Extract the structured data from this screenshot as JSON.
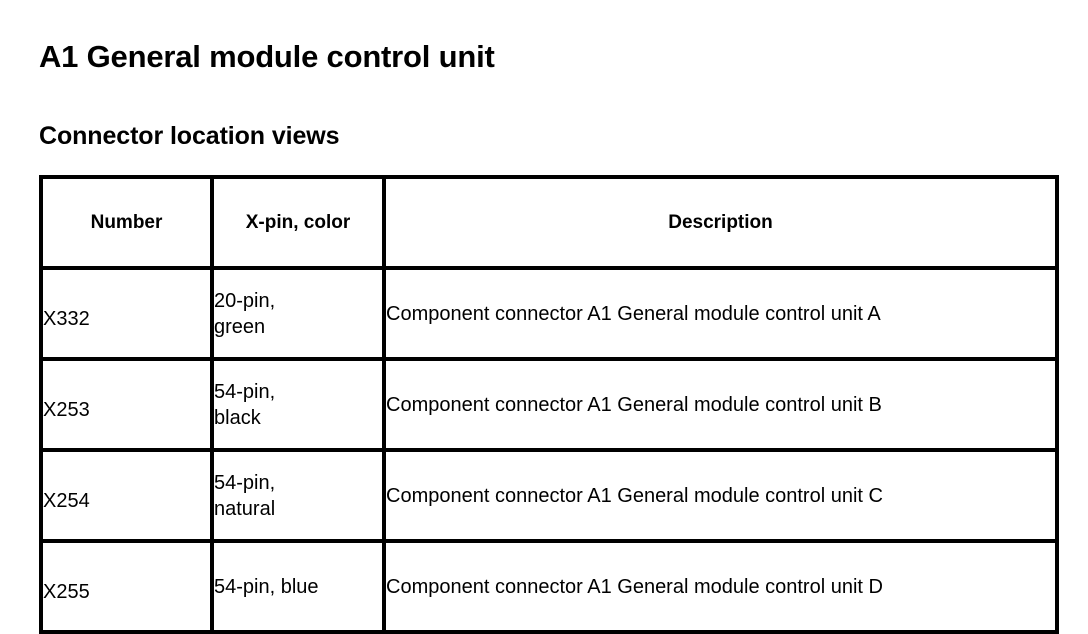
{
  "document": {
    "title": "A1 General module control unit",
    "section_heading": "Connector location views",
    "background_color": "#ffffff",
    "text_color": "#000000",
    "border_color": "#000000"
  },
  "table": {
    "columns": [
      {
        "key": "number",
        "label": "Number"
      },
      {
        "key": "xpin_color",
        "label": "X-pin,\ncolor"
      },
      {
        "key": "description",
        "label": "Description"
      }
    ],
    "rows": [
      {
        "number": "X332",
        "xpin_color": "20-pin,\ngreen",
        "description": "Component connector A1 General module control unit A"
      },
      {
        "number": "X253",
        "xpin_color": "54-pin,\nblack",
        "description": "Component connector A1 General module control unit B"
      },
      {
        "number": "X254",
        "xpin_color": "54-pin,\nnatural",
        "description": "Component connector A1 General module control unit C"
      },
      {
        "number": "X255",
        "xpin_color": "54-pin, blue",
        "description": "Component connector A1 General module control unit D"
      }
    ]
  }
}
